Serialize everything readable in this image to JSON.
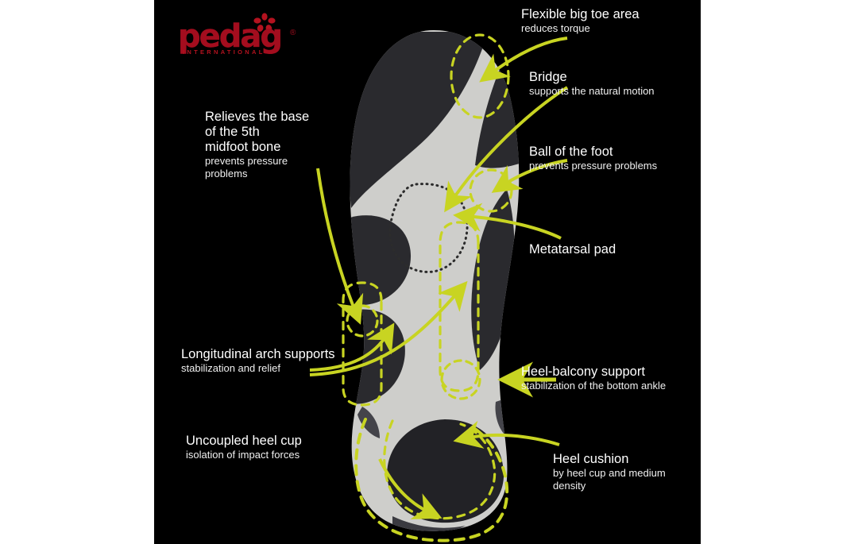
{
  "brand": {
    "name": "pedag",
    "tagline": "INTERNATIONAL",
    "registered": "®",
    "color": "#a30d1e"
  },
  "theme": {
    "background": "#000000",
    "page_background": "#ffffff",
    "accent": "#c8d422",
    "text": "#ffffff",
    "felt_light": "#d8d8d6",
    "felt_dark": "#4a4a4c"
  },
  "callouts": [
    {
      "id": "flexible-big-toe-area",
      "title": "Flexible big toe area",
      "subtitle": "reduces torque"
    },
    {
      "id": "bridge",
      "title": "Bridge",
      "subtitle": "supports the natural motion"
    },
    {
      "id": "ball-of-the-foot",
      "title": "Ball of the foot",
      "subtitle": "prevents pressure problems"
    },
    {
      "id": "metatarsal-pad",
      "title": "Metatarsal pad",
      "subtitle": ""
    },
    {
      "id": "heel-balcony-support",
      "title": "Heel-balcony support",
      "subtitle": "stabilization of the bottom ankle"
    },
    {
      "id": "heel-cushion",
      "title": "Heel cushion",
      "subtitle": "by heel cup and medium\ndensity"
    },
    {
      "id": "relieves-5th-midfoot-bone",
      "title": "Relieves the base\nof the 5th\nmidfoot bone",
      "subtitle": "prevents pressure\nproblems"
    },
    {
      "id": "longitudinal-arch-supports",
      "title": "Longitudinal arch supports",
      "subtitle": "stabilization and relief"
    },
    {
      "id": "uncoupled-heel-cup",
      "title": "Uncoupled heel cup",
      "subtitle": "isolation of impact forces"
    }
  ],
  "product": {
    "label": "orthotic-insole-diagram"
  }
}
